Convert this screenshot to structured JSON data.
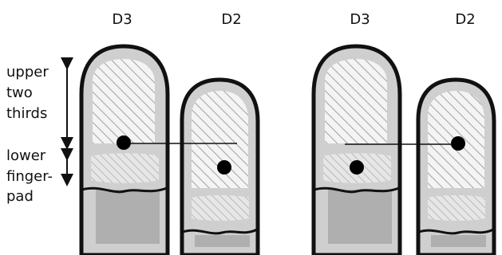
{
  "panels": [
    {
      "id": "left",
      "fingers": [
        {
          "label": "D3",
          "dot": "upper"
        },
        {
          "label": "D2",
          "dot": "lower"
        }
      ]
    },
    {
      "id": "right",
      "fingers": [
        {
          "label": "D3",
          "dot": "lower"
        },
        {
          "label": "D2",
          "dot": "upper"
        }
      ]
    }
  ],
  "legend": {
    "upper_line1": "upper",
    "upper_line2": "two",
    "upper_line3": "thirds",
    "lower_line1": "lower",
    "lower_line2": "finger-",
    "lower_line3": "pad"
  },
  "colors": {
    "outline": "#111111",
    "skin": "#cfcfcf",
    "shadow": "#9a9a9a",
    "hatch": "#a8a8a8",
    "light": "#eeeeee"
  }
}
